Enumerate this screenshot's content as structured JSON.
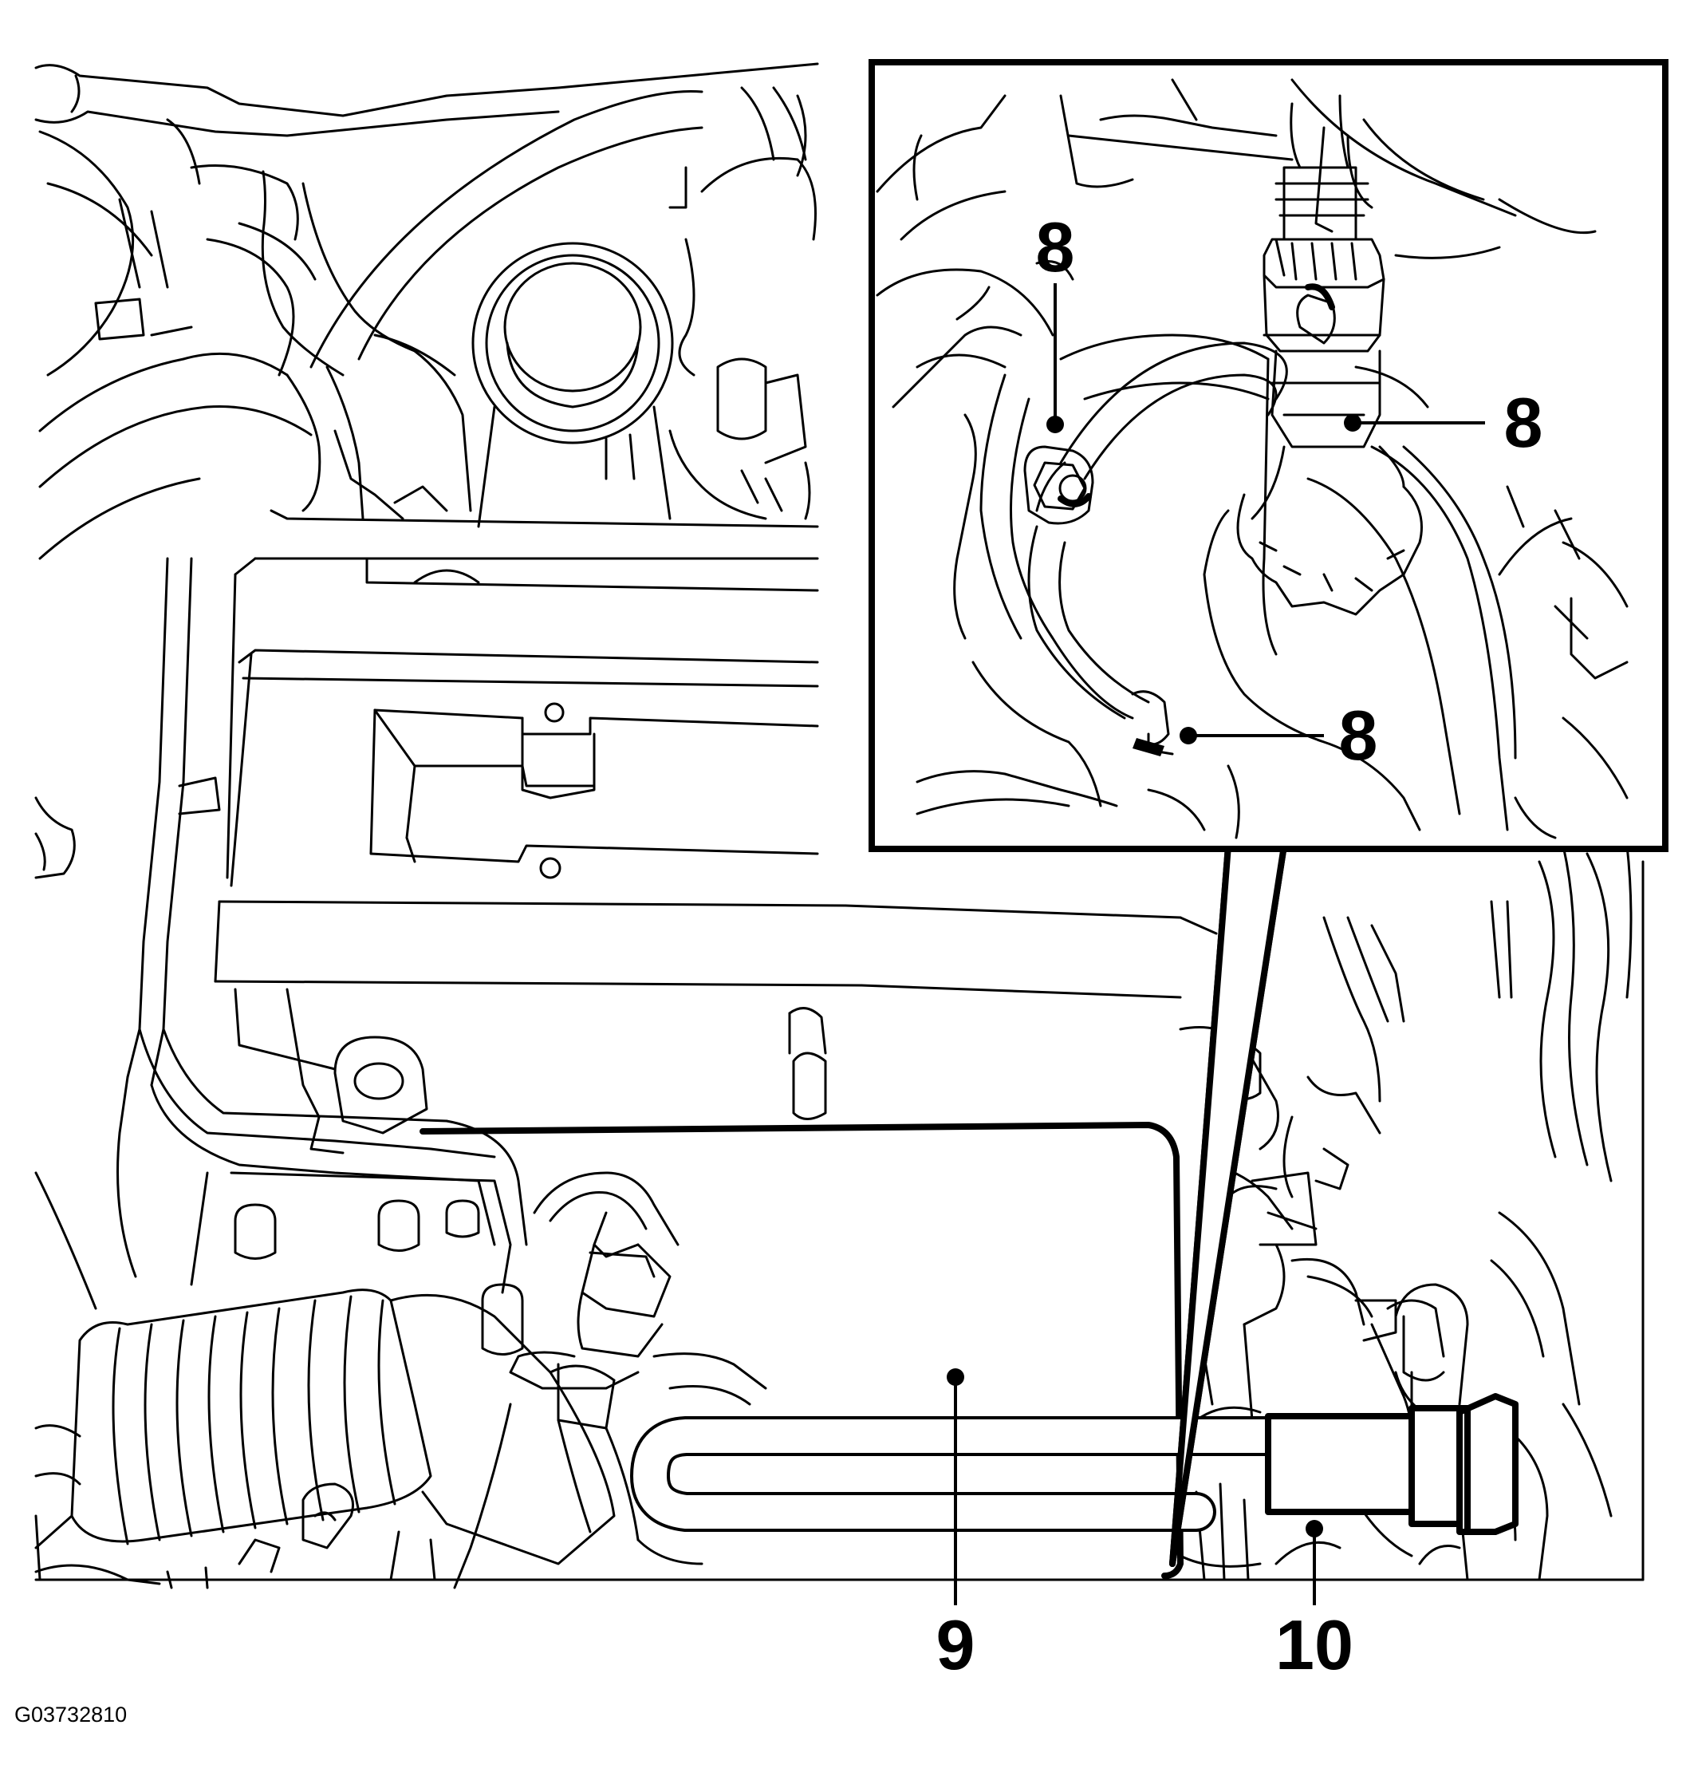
{
  "callouts": {
    "inset_a": "8",
    "inset_b": "8",
    "inset_c": "8",
    "main_a": "9",
    "main_b": "10"
  },
  "figure_id": "G03732810"
}
